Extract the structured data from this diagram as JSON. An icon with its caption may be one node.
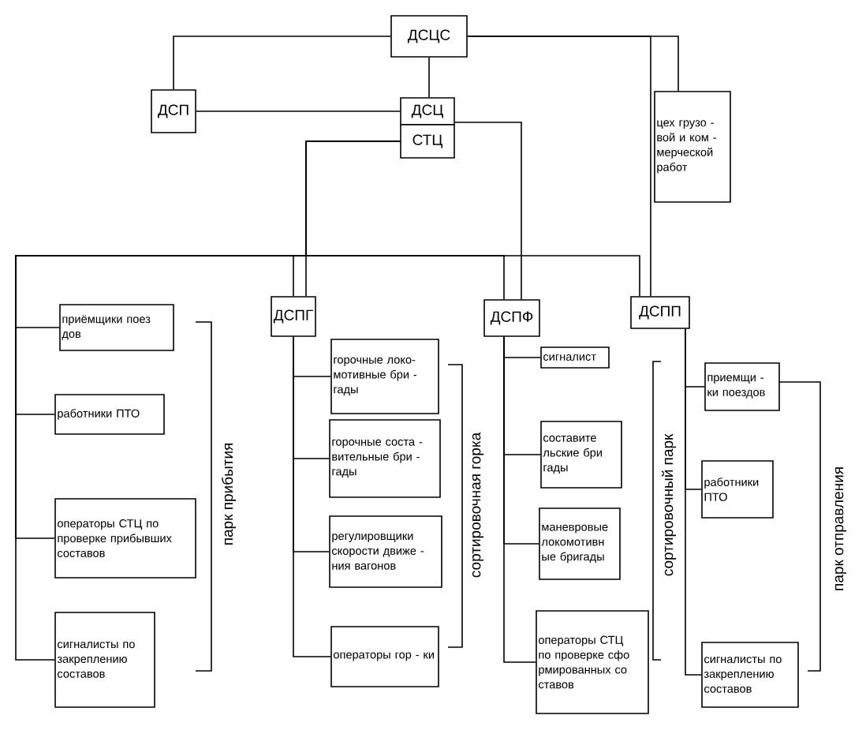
{
  "diagram": {
    "nodes": [
      {
        "text": [
          "ДСЦС"
        ]
      },
      {
        "text": [
          "ДСП"
        ]
      },
      {
        "text": [
          "ДСЦ"
        ]
      },
      {
        "text": [
          "СТЦ"
        ]
      },
      {
        "text": [
          "цех грузо - вой и ком - мерческой работ"
        ]
      },
      {
        "text": [
          "приёмщики поез дов"
        ]
      },
      {
        "text": [
          "работники ПТО"
        ]
      },
      {
        "text": [
          "операторы СТЦ по проверке прибывших составов"
        ]
      },
      {
        "text": [
          "сигналисты по закреплению составов"
        ]
      },
      {
        "text": [
          "ДСПГ"
        ]
      },
      {
        "text": [
          "горочные локо- мотивные бри - гады"
        ]
      },
      {
        "text": [
          "горочные соста - вительные бри - гады"
        ]
      },
      {
        "text": [
          "регулировщики скорости движе - ния вагонов"
        ]
      },
      {
        "text": [
          "операторы гор - ки"
        ]
      },
      {
        "text": [
          "ДСПФ"
        ]
      },
      {
        "text": [
          "сигналист"
        ]
      },
      {
        "text": [
          "составите льские бри гады"
        ]
      },
      {
        "text": [
          "маневровые локомотивн ые бригады"
        ]
      },
      {
        "text": [
          "операторы СТЦ по проверке сфо рмированных со ставов"
        ]
      },
      {
        "text": [
          "ДСПП"
        ]
      },
      {
        "text": [
          "приемщи - ки поездов"
        ]
      },
      {
        "text": [
          "работники ПТО"
        ]
      },
      {
        "text": [
          "сигналисты по закреплению составов"
        ]
      }
    ],
    "edges": [
      {
        "from": 0,
        "to": 1,
        "arrow": "none"
      },
      {
        "from": 0,
        "to": 2,
        "arrow": "none"
      },
      {
        "from": 0,
        "to": 4,
        "arrow": "none"
      },
      {
        "from": 0,
        "to": 19,
        "arrow": "none"
      },
      {
        "from": 1,
        "to": 2,
        "arrow": "none"
      },
      {
        "from": 3,
        "to": 9,
        "arrow": "none"
      },
      {
        "from": 2,
        "to": 14,
        "arrow": "none"
      },
      {
        "from": 3,
        "to": 5,
        "arrow": "none"
      },
      {
        "from": 3,
        "to": 6,
        "arrow": "none"
      },
      {
        "from": 3,
        "to": 7,
        "arrow": "none"
      },
      {
        "from": 3,
        "to": 8,
        "arrow": "none"
      },
      {
        "from": 3,
        "to": 9,
        "arrow": "none"
      },
      {
        "from": 3,
        "to": 14,
        "arrow": "none"
      },
      {
        "from": 3,
        "to": 19,
        "arrow": "none"
      },
      {
        "from": 9,
        "to": 10,
        "arrow": "none"
      },
      {
        "from": 9,
        "to": 11,
        "arrow": "none"
      },
      {
        "from": 9,
        "to": 12,
        "arrow": "none"
      },
      {
        "from": 9,
        "to": 13,
        "arrow": "none"
      },
      {
        "from": 14,
        "to": 15,
        "arrow": "none"
      },
      {
        "from": 14,
        "to": 16,
        "arrow": "none"
      },
      {
        "from": 14,
        "to": 17,
        "arrow": "none"
      },
      {
        "from": 14,
        "to": 18,
        "arrow": "none"
      },
      {
        "from": 19,
        "to": 20,
        "arrow": "none"
      },
      {
        "from": 19,
        "to": 21,
        "arrow": "none"
      },
      {
        "from": 19,
        "to": 22,
        "arrow": "none"
      }
    ],
    "labels": [
      "парк прибытия",
      "сортировочная горка",
      "сортировочный парк",
      "парк отправления"
    ]
  }
}
